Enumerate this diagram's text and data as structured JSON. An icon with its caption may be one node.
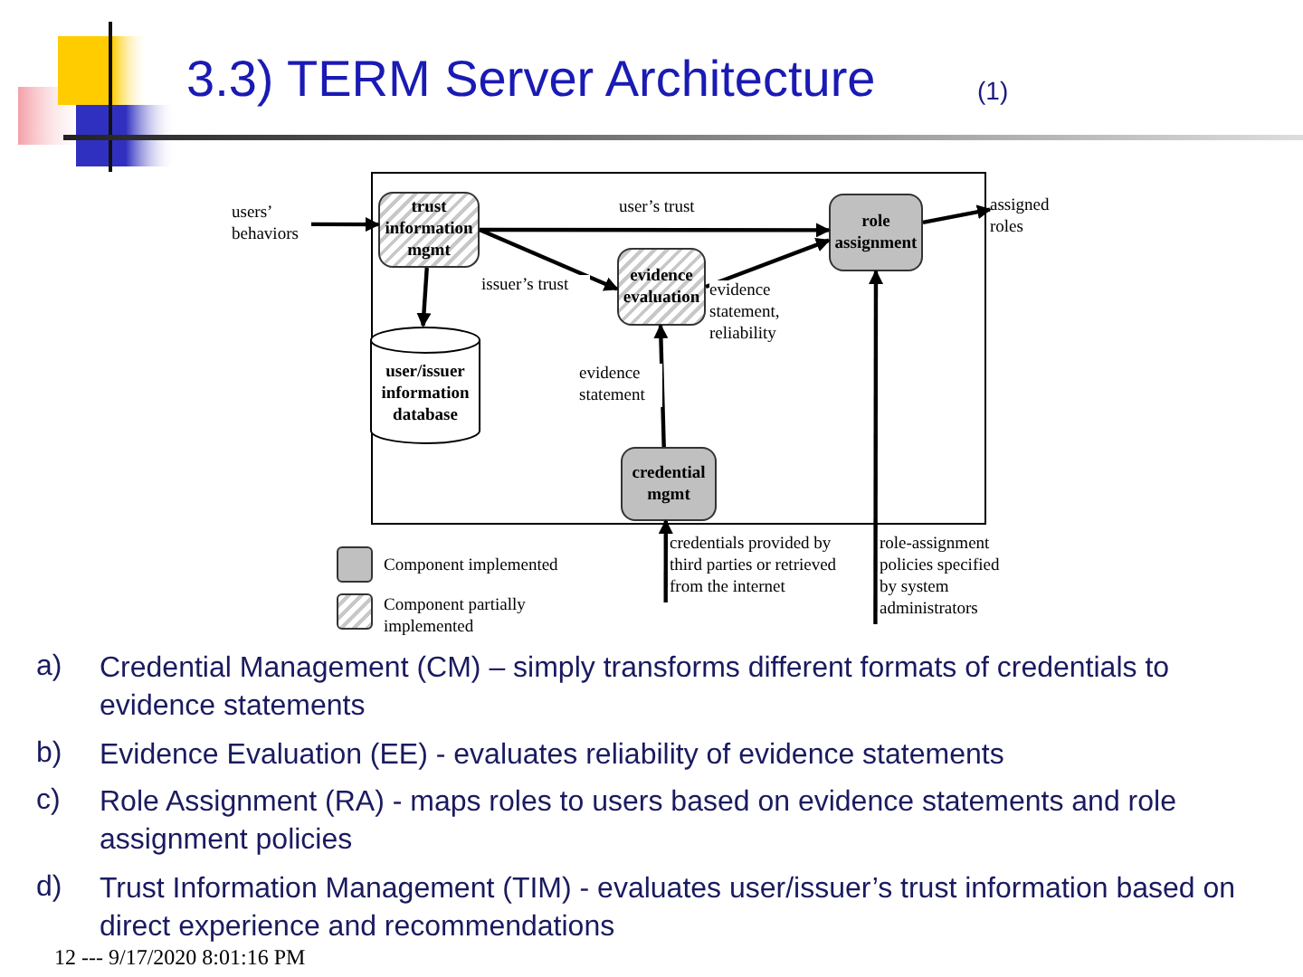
{
  "diagram": {
    "title": "3.3) TERM Server Architecture",
    "nodes": [
      {
        "text": [
          "users’ behaviors"
        ]
      },
      {
        "text": [
          "trust information mgmt"
        ]
      },
      {
        "text": [
          "evidence evaluation"
        ]
      },
      {
        "text": [
          "role assignment"
        ]
      },
      {
        "text": [
          "user/issuer information database"
        ]
      },
      {
        "text": [
          "credential mgmt"
        ]
      },
      {
        "text": [
          "assigned roles"
        ]
      },
      {
        "text": [
          "credentials provided by third parties or retrieved from the internet"
        ]
      },
      {
        "text": [
          "role-assignment policies specified by system administrators"
        ]
      }
    ],
    "edges": [
      {
        "from": 0,
        "to": 1,
        "arrow": "to"
      },
      {
        "from": 1,
        "to": 3,
        "arrow": "to",
        "label": "user’s trust"
      },
      {
        "from": 1,
        "to": 2,
        "arrow": "to",
        "label": "issuer’s trust"
      },
      {
        "from": 1,
        "to": 4,
        "arrow": "to"
      },
      {
        "from": 2,
        "to": 3,
        "arrow": "to",
        "label": "evidence statement, reliability"
      },
      {
        "from": 5,
        "to": 2,
        "arrow": "to",
        "label": "evidence statement"
      },
      {
        "from": 3,
        "to": 6,
        "arrow": "to"
      },
      {
        "from": 7,
        "to": 5,
        "arrow": "to"
      },
      {
        "from": 8,
        "to": 3,
        "arrow": "to"
      }
    ],
    "labels": [
      "(1)",
      "a)",
      "Credential Management (CM) – simply transforms different formats of credentials to evidence statements",
      "b)",
      "Evidence Evaluation (EE) - evaluates reliability of evidence statements",
      "c)",
      "Role Assignment (RA) - maps roles to users based on evidence statements and role assignment policies",
      "d)",
      "Trust Information Management (TIM) - evaluates user/issuer’s trust information based on direct experience and recommendations",
      "12 --- 9/17/2020 8:01:16 PM"
    ],
    "legend": [
      {
        "text": "Component implemented",
        "color": "#c0c0c0"
      },
      {
        "text": "Component partially implemented"
      }
    ]
  }
}
